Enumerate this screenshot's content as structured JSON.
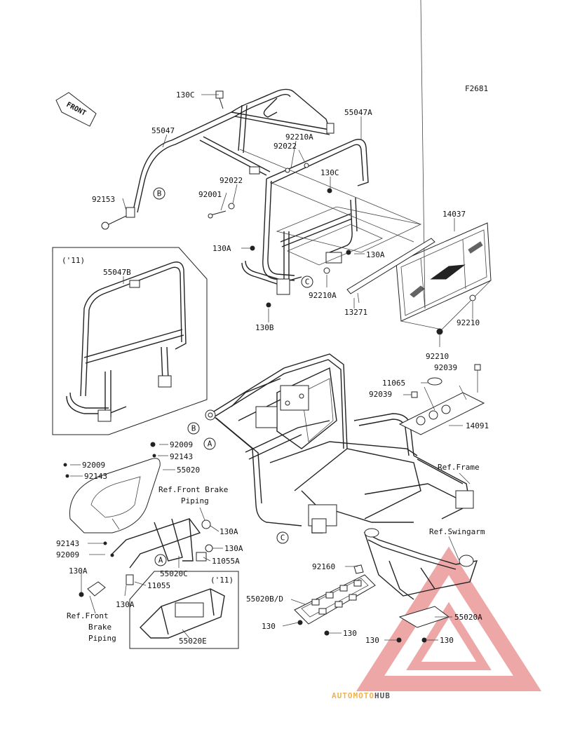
{
  "figure_code": "F2681",
  "front_label": "FRONT",
  "inset_labels": {
    "top": "('11)",
    "bottom": "('11)"
  },
  "callout_letters": {
    "a": "A",
    "b": "B",
    "c": "C"
  },
  "part_labels": {
    "p130C_top": "130C",
    "p55047A": "55047A",
    "p55047": "55047",
    "p92210A_top": "92210A",
    "p92022_a": "92022",
    "p92022_b": "92022",
    "p130C_mid": "130C",
    "p92001": "92001",
    "p92153": "92153",
    "p14037": "14037",
    "p130A_l": "130A",
    "p130A_r": "130A",
    "p92210A_mid": "92210A",
    "p13271": "13271",
    "p130B": "130B",
    "p92210_a": "92210",
    "p92210_b": "92210",
    "p55047B": "55047B",
    "p92039_a": "92039",
    "p11065": "11065",
    "p92039_b": "92039",
    "p14091": "14091",
    "p92009_a": "92009",
    "p92143_a": "92143",
    "p92009_b": "92009",
    "p55020": "55020",
    "p92143_b": "92143",
    "p130A_fb": "130A",
    "p130A_fb2": "130A",
    "p11055A": "11055A",
    "p92143_c": "92143",
    "p92009_c": "92009",
    "p55020C": "55020C",
    "p130A_bl": "130A",
    "p11055": "11055",
    "p130A_b": "130A",
    "p92160": "92160",
    "p55020BD": "55020B/D",
    "p130_a": "130",
    "p130_b": "130",
    "p130_c": "130",
    "p130_d": "130",
    "p55020A": "55020A",
    "p55020E": "55020E"
  },
  "ref_labels": {
    "frame": "Ref.Frame",
    "swingarm": "Ref.Swingarm",
    "brake_top_1": "Ref.Front Brake",
    "brake_top_2": "Piping",
    "brake_bot_1": "Ref.Front",
    "brake_bot_2": "Brake",
    "brake_bot_3": "Piping"
  },
  "watermark": {
    "part1": "AUTOMOTO",
    "part2": "HUB",
    "color1": "#f2b24a",
    "color2": "#555555",
    "tri_color": "#e88a8a"
  }
}
